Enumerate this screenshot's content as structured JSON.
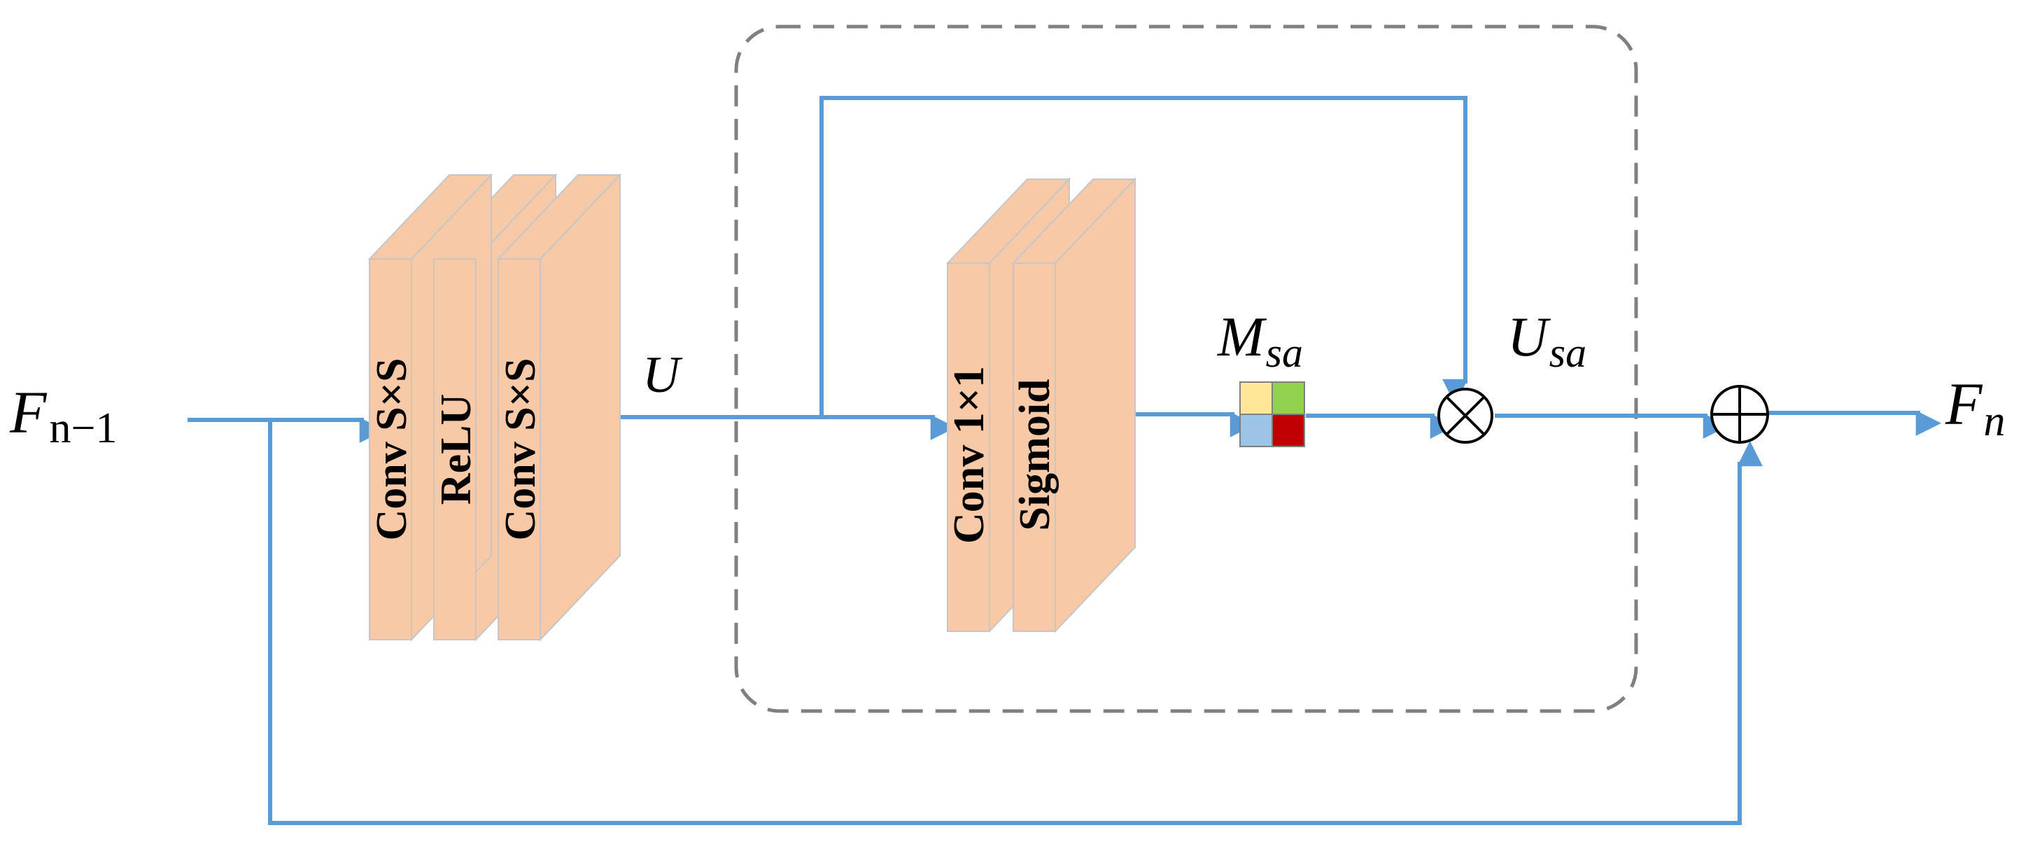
{
  "inputs": {
    "input_feature": {
      "base": "F",
      "sub": "n−1"
    },
    "output_feature": {
      "base": "F",
      "sub": "n"
    },
    "intermediate_u": {
      "base": "U",
      "sub": ""
    },
    "attention_map": {
      "base": "M",
      "sub": "sa"
    },
    "weighted_u": {
      "base": "U",
      "sub": "sa"
    }
  },
  "block1": {
    "layers": [
      "Conv S×S",
      "ReLU",
      "Conv S×S"
    ]
  },
  "block2": {
    "layers": [
      "Conv 1×1",
      "Sigmoid"
    ]
  },
  "attention_map_colors": [
    "#ffe699",
    "#92d050",
    "#9dc3e6",
    "#c00000"
  ],
  "colors": {
    "arrow": "#5b9bd5",
    "layer": "#f7c9a7",
    "dashed": "#808080"
  },
  "operators": {
    "multiply": "element-wise-multiply",
    "add": "element-wise-add"
  }
}
